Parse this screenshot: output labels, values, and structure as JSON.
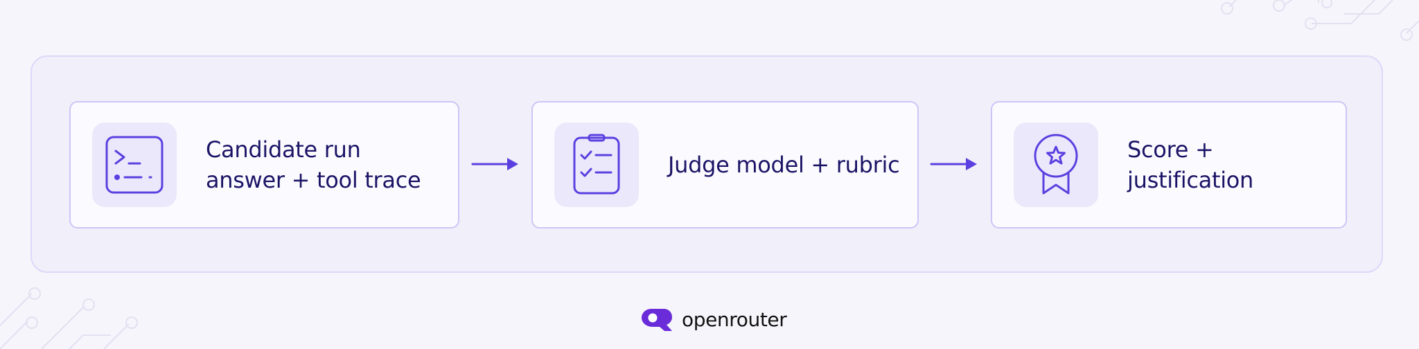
{
  "colors": {
    "accent": "#5b3fe0",
    "text": "#1b1466",
    "box_border": "#cdc5f7",
    "background": "#f6f5fb"
  },
  "steps": [
    {
      "icon": "terminal-icon",
      "label_line1": "Candidate run",
      "label_line2": "answer + tool trace"
    },
    {
      "icon": "clipboard-checklist-icon",
      "label": "Judge model + rubric"
    },
    {
      "icon": "award-badge-icon",
      "label": "Score + justification"
    }
  ],
  "brand": {
    "name": "openrouter",
    "logo": "openrouter-logo"
  }
}
